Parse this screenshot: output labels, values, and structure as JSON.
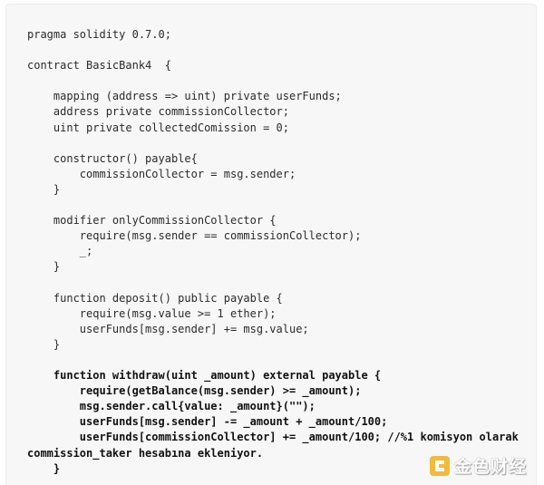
{
  "code": {
    "lines": [
      {
        "text": "pragma solidity 0.7.0;",
        "bold": false
      },
      {
        "text": "",
        "bold": false
      },
      {
        "text": "contract BasicBank4  {",
        "bold": false
      },
      {
        "text": "",
        "bold": false
      },
      {
        "text": "    mapping (address => uint) private userFunds;",
        "bold": false
      },
      {
        "text": "    address private commissionCollector;",
        "bold": false
      },
      {
        "text": "    uint private collectedComission = 0;",
        "bold": false
      },
      {
        "text": "",
        "bold": false
      },
      {
        "text": "    constructor() payable{",
        "bold": false
      },
      {
        "text": "        commissionCollector = msg.sender;",
        "bold": false
      },
      {
        "text": "    }",
        "bold": false
      },
      {
        "text": "",
        "bold": false
      },
      {
        "text": "    modifier onlyCommissionCollector {",
        "bold": false
      },
      {
        "text": "        require(msg.sender == commissionCollector);",
        "bold": false
      },
      {
        "text": "        _;",
        "bold": false
      },
      {
        "text": "    }",
        "bold": false
      },
      {
        "text": "",
        "bold": false
      },
      {
        "text": "    function deposit() public payable {",
        "bold": false
      },
      {
        "text": "        require(msg.value >= 1 ether);",
        "bold": false
      },
      {
        "text": "        userFunds[msg.sender] += msg.value;",
        "bold": false
      },
      {
        "text": "    }",
        "bold": false
      },
      {
        "text": "",
        "bold": false
      },
      {
        "text": "    function withdraw(uint _amount) external payable {",
        "bold": true
      },
      {
        "text": "        require(getBalance(msg.sender) >= _amount);",
        "bold": true
      },
      {
        "text": "        msg.sender.call{value: _amount}(\"\");",
        "bold": true
      },
      {
        "text": "        userFunds[msg.sender] -= _amount + _amount/100;",
        "bold": true
      },
      {
        "text": "        userFunds[commissionCollector] += _amount/100; //%1 komisyon olarak",
        "bold": true
      },
      {
        "text": "commission_taker hesabına ekleniyor.",
        "bold": true
      },
      {
        "text": "    }",
        "bold": true
      }
    ]
  },
  "watermark": {
    "text": "金色财经",
    "icon": "jinse-logo-icon",
    "color": "#f2b01e"
  }
}
